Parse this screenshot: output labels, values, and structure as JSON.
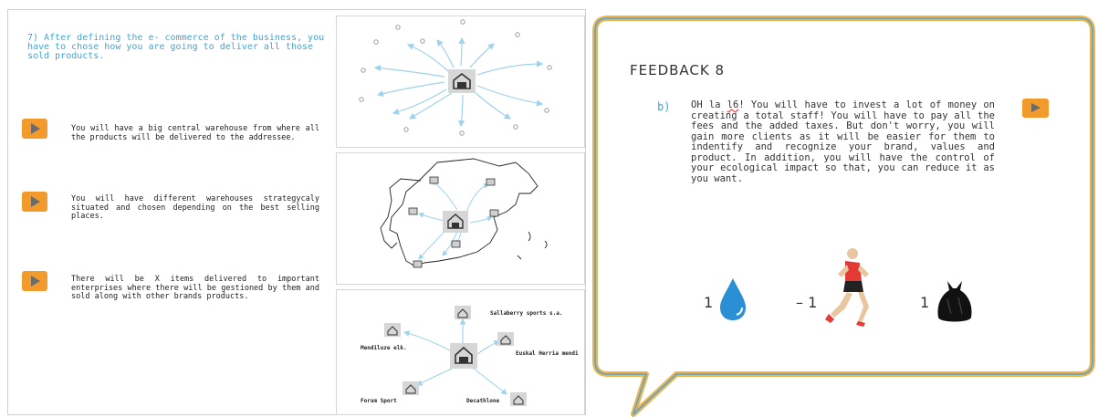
{
  "question": {
    "text": "7) After defining the e- commerce of the business, you have to chose how you are going to deliver all those sold products."
  },
  "options": [
    {
      "text": "You will have a big central warehouse from where all the products will be delivered to the addressee."
    },
    {
      "text": "You will have different warehouses strategycaly situated and chosen depending on the best selling places."
    },
    {
      "text": "There will be X items delivered to important enterprises where there will be gestioned by them and sold along with other brands products."
    }
  ],
  "partners": {
    "salaberry": "Sallaberry sports s.a.",
    "mendiluze": "Mendiluze elk.",
    "euskal": "Euskal Herria mendi",
    "forum": "Forum Sport",
    "decathlone": "Decathlone"
  },
  "feedback": {
    "title": "FEEDBACK 8",
    "letter": "b)",
    "text_before": "OH la ",
    "text_error": "l6",
    "text_after": "! You will have to invest a lot of money on creating a total staff! You will have to pay all the fees and the added taxes. But don't worry, you will gain more clients as it will be easier for them to indentify and recognize your brand, values and product. In addition, you will have the control of your ecological impact so that, you can reduce it as you want.",
    "stats": [
      {
        "value": "1",
        "icon": "water-drop-icon"
      },
      {
        "value": "– 1",
        "icon": "runner-icon"
      },
      {
        "value": "1",
        "icon": "garbage-bag-icon"
      }
    ]
  },
  "colors": {
    "accent": "#37a8dc",
    "button": "#f39a2c",
    "arrow": "#9fd2ec",
    "bubble_border": "#f2b24a"
  }
}
